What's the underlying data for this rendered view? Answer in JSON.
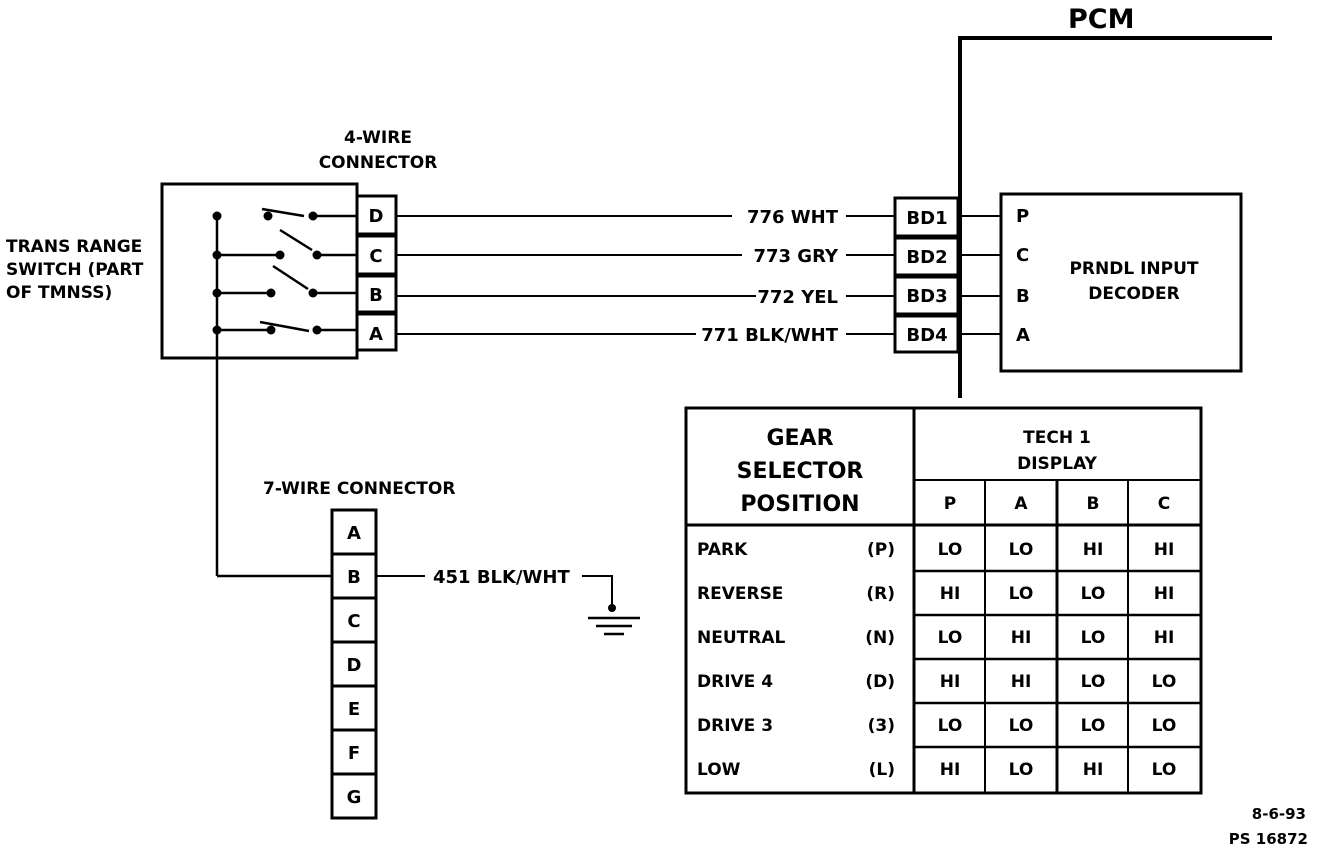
{
  "pcm_label": "PCM",
  "four_wire_connector": {
    "line1": "4-WIRE",
    "line2": "CONNECTOR"
  },
  "trans_range_switch": {
    "line1": "TRANS RANGE",
    "line2": "SWITCH (PART",
    "line3": "OF TMNSS)"
  },
  "seven_wire_connector": {
    "label": "7-WIRE CONNECTOR",
    "pins": [
      "A",
      "B",
      "C",
      "D",
      "E",
      "F",
      "G"
    ]
  },
  "switch_pins": [
    "D",
    "C",
    "B",
    "A"
  ],
  "wires": [
    {
      "label": "776 WHT",
      "pcm_pin": "BD1",
      "decoder_pin": "P"
    },
    {
      "label": "773 GRY",
      "pcm_pin": "BD2",
      "decoder_pin": "C"
    },
    {
      "label": "772 YEL",
      "pcm_pin": "BD3",
      "decoder_pin": "B"
    },
    {
      "label": "771 BLK/WHT",
      "pcm_pin": "BD4",
      "decoder_pin": "A"
    }
  ],
  "ground_wire": {
    "label": "451 BLK/WHT"
  },
  "decoder": {
    "line1": "PRNDL INPUT",
    "line2": "DECODER"
  },
  "table": {
    "header_left": [
      "GEAR",
      "SELECTOR",
      "POSITION"
    ],
    "header_right": [
      "TECH 1",
      "DISPLAY"
    ],
    "columns": [
      "P",
      "A",
      "B",
      "C"
    ],
    "rows": [
      {
        "name": "PARK",
        "code": "(P)",
        "values": [
          "LO",
          "LO",
          "HI",
          "HI"
        ]
      },
      {
        "name": "REVERSE",
        "code": "(R)",
        "values": [
          "HI",
          "LO",
          "LO",
          "HI"
        ]
      },
      {
        "name": "NEUTRAL",
        "code": "(N)",
        "values": [
          "LO",
          "HI",
          "LO",
          "HI"
        ]
      },
      {
        "name": "DRIVE 4",
        "code": "(D)",
        "values": [
          "HI",
          "HI",
          "LO",
          "LO"
        ]
      },
      {
        "name": "DRIVE 3",
        "code": "(3)",
        "values": [
          "LO",
          "LO",
          "LO",
          "LO"
        ]
      },
      {
        "name": "LOW",
        "code": "(L)",
        "values": [
          "HI",
          "LO",
          "HI",
          "LO"
        ]
      }
    ]
  },
  "footer": {
    "date": "8-6-93",
    "ref": "PS 16872"
  }
}
